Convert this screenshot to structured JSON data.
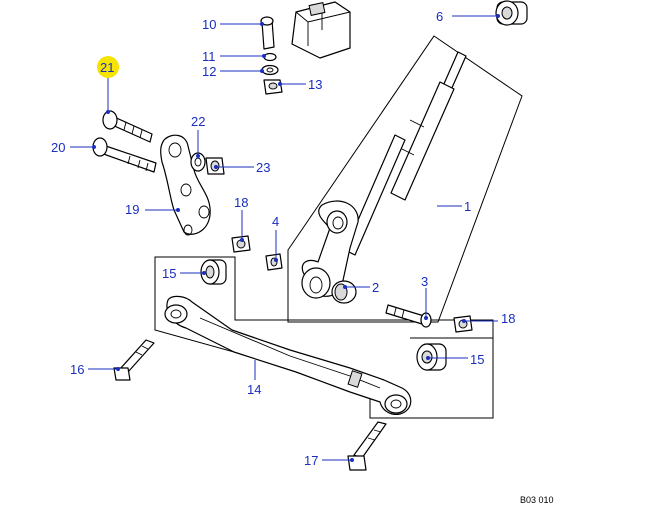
{
  "diagram": {
    "reference_code": "B03 010",
    "highlight_color": "#f5e400",
    "callout_color": "#1a2fbf",
    "highlighted_callout": "21",
    "callouts": {
      "c1": "1",
      "c2": "2",
      "c3": "3",
      "c4": "4",
      "c6": "6",
      "c10": "10",
      "c11": "11",
      "c12": "12",
      "c13": "13",
      "c14": "14",
      "c15a": "15",
      "c15b": "15",
      "c16": "16",
      "c17": "17",
      "c18a": "18",
      "c18b": "18",
      "c19": "19",
      "c20": "20",
      "c21": "21",
      "c22": "22",
      "c23": "23"
    }
  }
}
